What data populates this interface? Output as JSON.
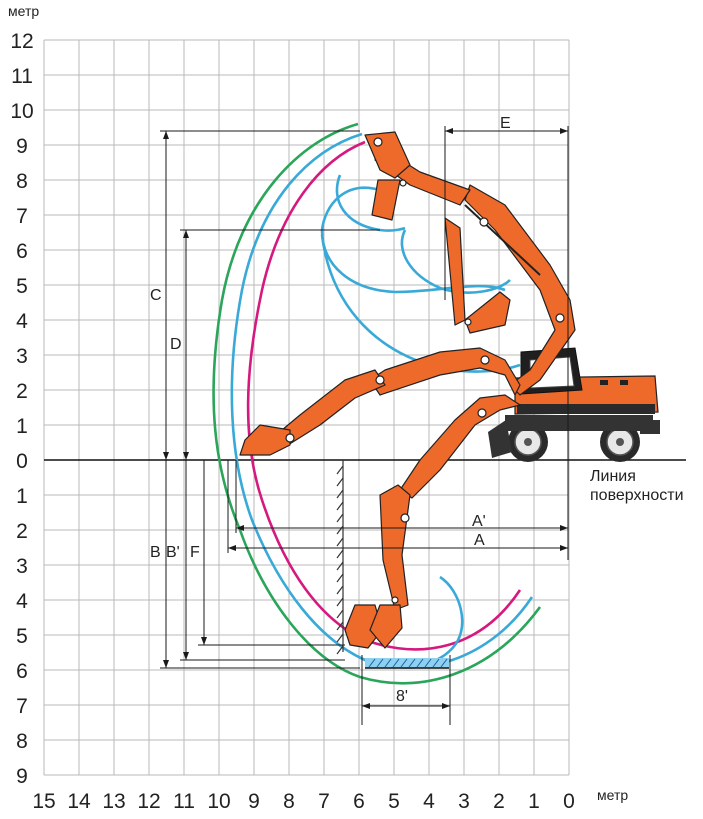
{
  "unit_label_y": "метр",
  "unit_label_x": "метр",
  "ground_label": [
    "Линия",
    "поверхности"
  ],
  "y_ticks_up": [
    "12",
    "11",
    "10",
    "9",
    "8",
    "7",
    "6",
    "5",
    "4",
    "3",
    "2",
    "1",
    "0"
  ],
  "y_ticks_down": [
    "1",
    "2",
    "3",
    "4",
    "5",
    "6",
    "7",
    "8",
    "9"
  ],
  "x_ticks": [
    "15",
    "14",
    "13",
    "12",
    "11",
    "10",
    "9",
    "8",
    "7",
    "6",
    "5",
    "4",
    "3",
    "2",
    "1",
    "0"
  ],
  "dimensions": {
    "A": "A",
    "A_prime": "A'",
    "B": "B",
    "B_prime": "B'",
    "C": "C",
    "D": "D",
    "E": "E",
    "F": "F",
    "eight_prime": "8'"
  },
  "colors": {
    "machine": "#ee6a2a",
    "machine_dark": "#1c1c1c",
    "green_curve": "#2aa55a",
    "cyan_curve": "#39a9d8",
    "magenta_curve": "#d6197f",
    "grid": "#b8b8b8",
    "dim_line": "#1a1a1a"
  }
}
